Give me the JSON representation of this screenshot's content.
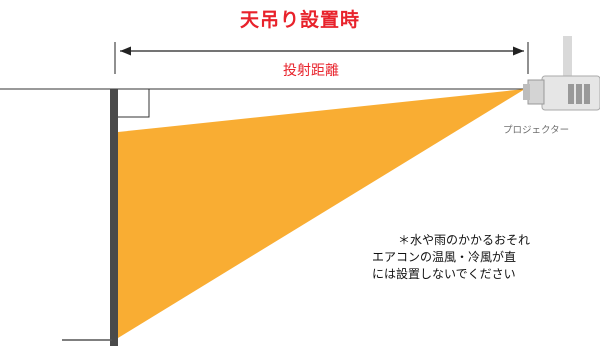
{
  "title": "天吊り設置時",
  "distance_label": "投射距離",
  "projector_label": "プロジェクター",
  "note": {
    "line1": "＊水や雨のかかるおそれ",
    "line2": "エアコンの温風・冷風が直",
    "line3": "には設置しないでください"
  },
  "colors": {
    "title": "#e8222b",
    "beam": "#f9ad33",
    "wall": "#4a4a4a",
    "line": "#333333"
  }
}
